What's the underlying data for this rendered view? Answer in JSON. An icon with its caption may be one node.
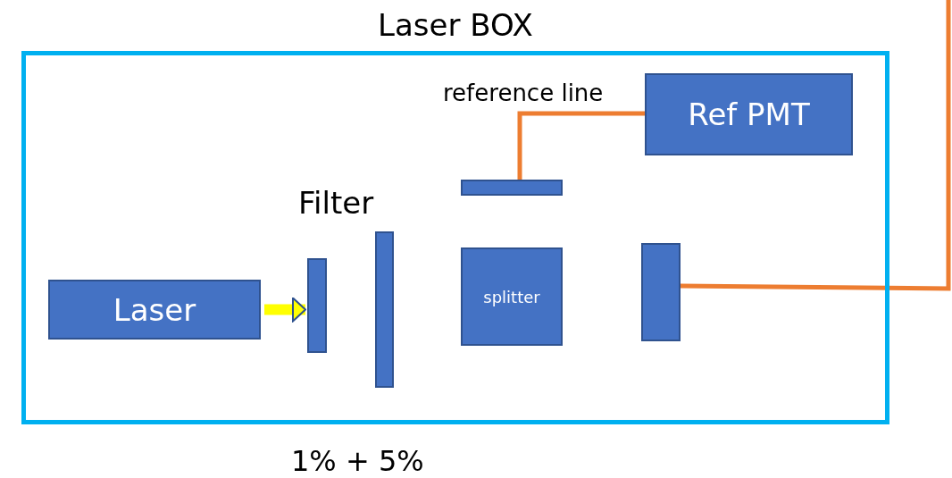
{
  "diagram": {
    "nodes": [
      {
        "text": [
          "Laser BOX"
        ]
      },
      {
        "text": [
          "Laser"
        ],
        "in": 0
      },
      {
        "text": [],
        "shape": "bar",
        "in": 0
      },
      {
        "text": [],
        "shape": "bar",
        "in": 0
      },
      {
        "text": [
          "splitter"
        ],
        "in": 0
      },
      {
        "text": [],
        "shape": "bar",
        "in": 0
      },
      {
        "text": [
          "Ref PMT"
        ],
        "in": 0
      },
      {
        "text": [],
        "shape": "bar",
        "in": 0
      }
    ],
    "edges": [
      {
        "from": 1,
        "to": 2,
        "arrow": "to",
        "style": "thick",
        "color": "#ffff00"
      },
      {
        "from": 5,
        "to": 6,
        "arrow": "none",
        "label": "reference line"
      },
      {
        "from": 7,
        "to": null,
        "arrow": "none"
      }
    ],
    "labels": [
      "Filter",
      "1% + 5%"
    ]
  }
}
